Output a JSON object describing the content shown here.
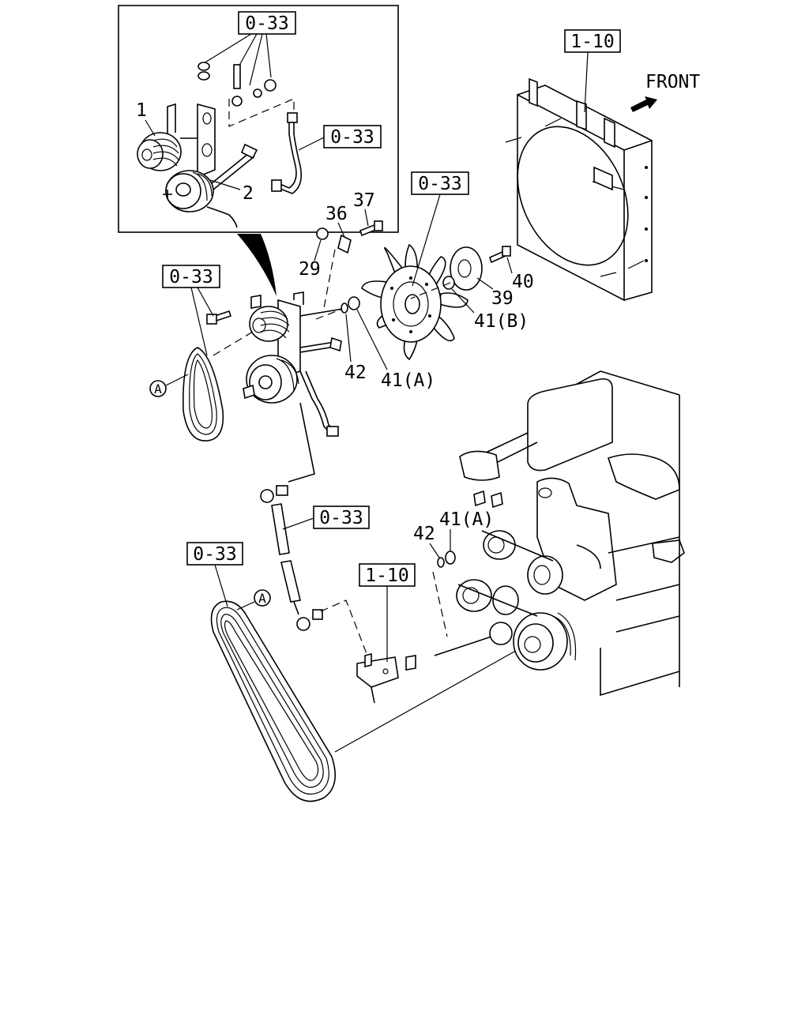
{
  "direction_label": "FRONT",
  "ref_boxes": {
    "inset_top": "0-33",
    "inset_hose": "0-33",
    "fan": "0-33",
    "belt_small": "0-33",
    "rod": "0-33",
    "belt_large": "0-33",
    "shroud": "1-10",
    "bracket": "1-10"
  },
  "callouts": {
    "c1": "1",
    "c2": "2",
    "c29": "29",
    "c36": "36",
    "c37": "37",
    "c39": "39",
    "c40": "40",
    "c41b": "41(B)",
    "c42_top": "42",
    "c41a_top": "41(A)",
    "c42_low": "42",
    "c41a_low": "41(A)"
  },
  "belt_markers": {
    "small": "A",
    "large": "A"
  }
}
